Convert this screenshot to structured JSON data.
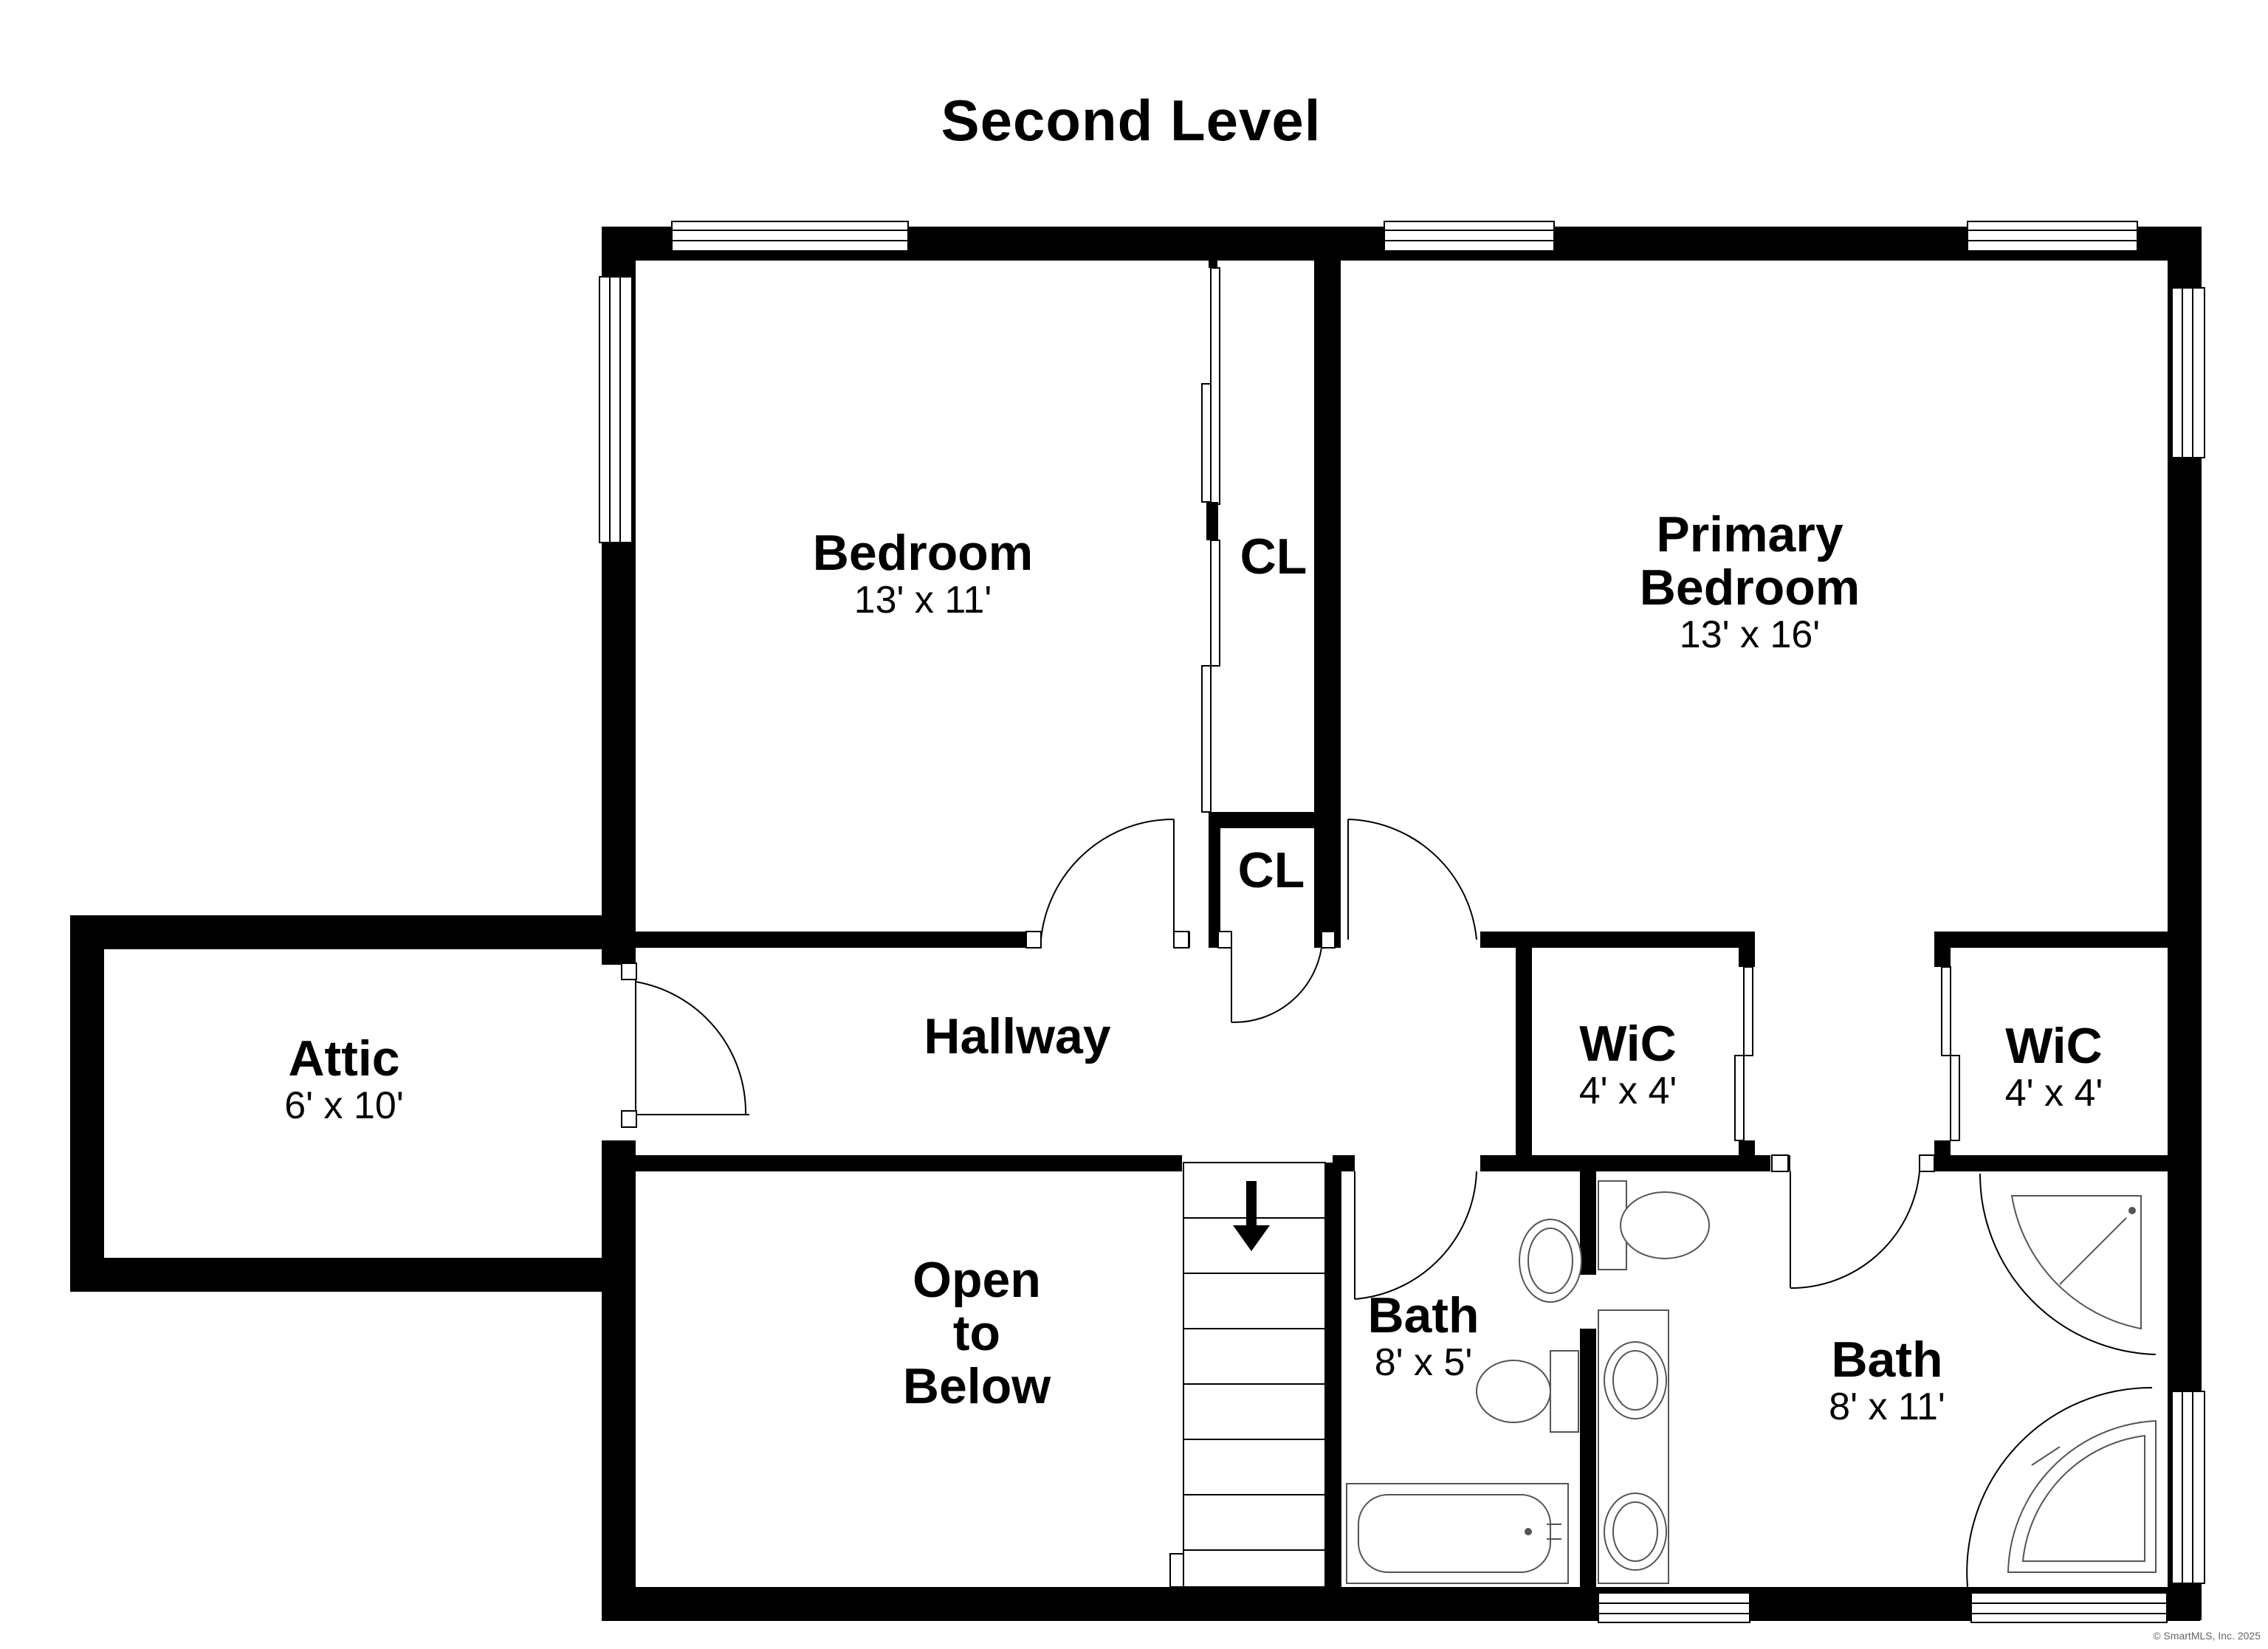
{
  "title": "Second Level",
  "rooms": {
    "bedroom": {
      "name": "Bedroom",
      "dims": "13' x 11'"
    },
    "closet_upper": {
      "name": "CL"
    },
    "closet_lower": {
      "name": "CL"
    },
    "primary_bedroom": {
      "name_line1": "Primary",
      "name_line2": "Bedroom",
      "dims": "13' x 16'"
    },
    "attic": {
      "name": "Attic",
      "dims": "6' x 10'"
    },
    "hallway": {
      "name": "Hallway"
    },
    "wic_left": {
      "name": "WiC",
      "dims": "4' x 4'"
    },
    "wic_right": {
      "name": "WiC",
      "dims": "4' x 4'"
    },
    "open_to_below": {
      "line1": "Open",
      "line2": "to",
      "line3": "Below"
    },
    "bath_small": {
      "name": "Bath",
      "dims": "8' x 5'"
    },
    "bath_primary": {
      "name": "Bath",
      "dims": "8' x 11'"
    }
  },
  "copyright": "© SmartMLS, Inc. 2025",
  "colors": {
    "wall": "#000000",
    "background": "#ffffff",
    "fixture_stroke": "#555555"
  }
}
